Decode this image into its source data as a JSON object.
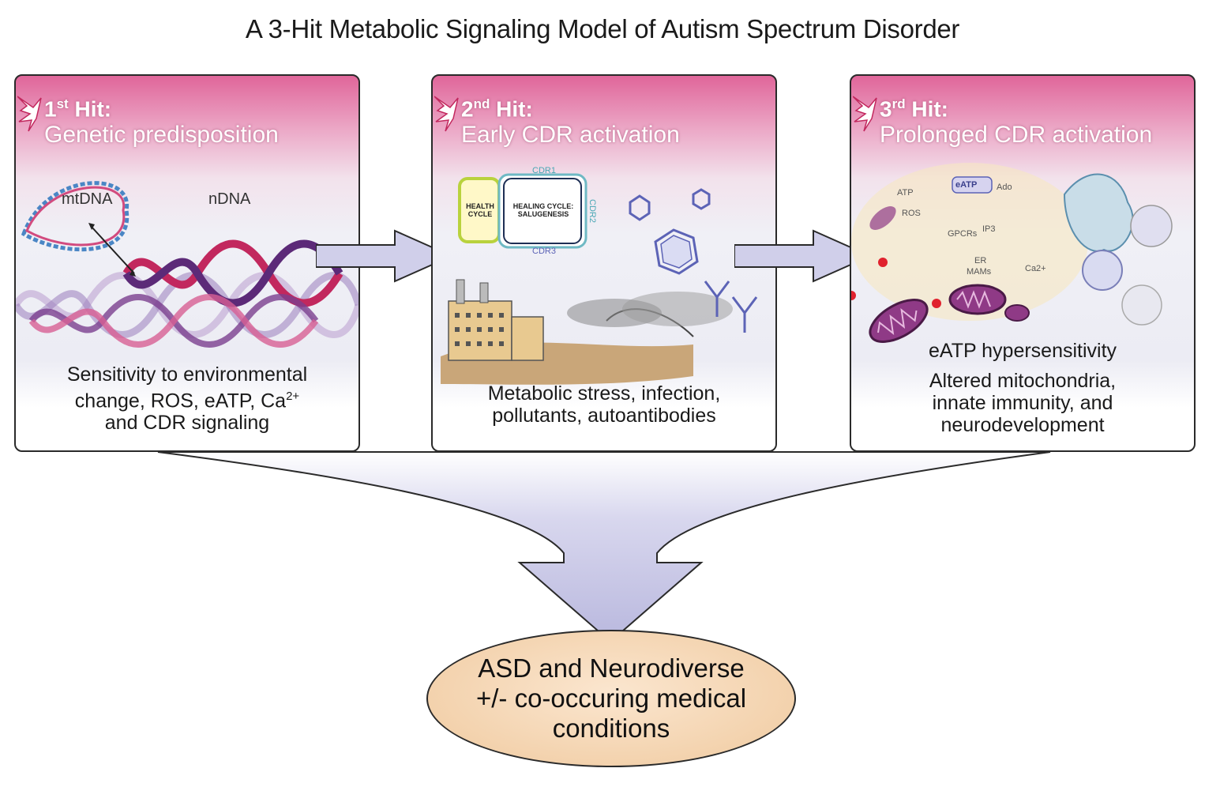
{
  "title": "A 3-Hit Metabolic Signaling Model of Autism Spectrum Disorder",
  "panels": [
    {
      "hit_number": "1",
      "hit_suffix": "st",
      "hit_word": " Hit:",
      "subtitle": "Genetic predisposition",
      "labels": {
        "mtdna": "mtDNA",
        "ndna": "nDNA"
      },
      "caption": [
        "Sensitivity to environmental",
        "change, ROS, eATP, Ca",
        "2+",
        "and CDR signaling"
      ]
    },
    {
      "hit_number": "2",
      "hit_suffix": "nd",
      "hit_word": " Hit:",
      "subtitle": "Early CDR activation",
      "labels": {
        "cdr1": "CDR1",
        "cdr2": "CDR2",
        "cdr3": "CDR3",
        "health_cycle_1": "HEALTH",
        "health_cycle_2": "CYCLE",
        "healing_cycle_1": "HEALING CYCLE:",
        "healing_cycle_2": "SALUGENESIS"
      },
      "caption": [
        "Metabolic stress, infection,",
        "pollutants, autoantibodies"
      ]
    },
    {
      "hit_number": "3",
      "hit_suffix": "rd",
      "hit_word": " Hit:",
      "subtitle": "Prolonged CDR activation",
      "labels": {
        "atp": "ATP",
        "eatp": "eATP",
        "ado": "Ado",
        "ros": "ROS",
        "gpcrs": "GPCRs",
        "ip3": "IP3",
        "er": "ER",
        "mams": "MAMs",
        "ca": "Ca2+"
      },
      "caption_head": "eATP hypersensitivity",
      "caption": [
        "Altered mitochondria,",
        "innate immunity, and",
        "neurodevelopment"
      ]
    }
  ],
  "outcome": [
    "ASD and Neurodiverse",
    "+/- co-occuring medical",
    "conditions"
  ],
  "colors": {
    "pink": "#e0669a",
    "purple": "#7a3e8f",
    "arrow": "#c9c8e6",
    "oval": "#f3d2ad"
  }
}
